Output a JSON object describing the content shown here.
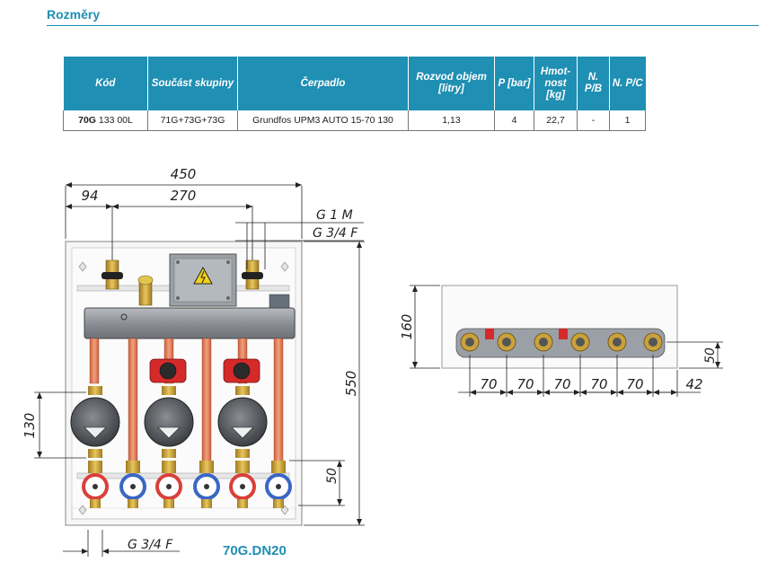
{
  "section_title": "Rozměry",
  "table": {
    "headers": [
      "Kód",
      "Součást skupiny",
      "Čerpadlo",
      "Rozvod objem [litry]",
      "P [bar]",
      "Hmot-nost [kg]",
      "N. P/B",
      "N. P/C"
    ],
    "row": {
      "code_bold": "70G",
      "code_rest": " 133 00L",
      "group_part": "71G+73G+73G",
      "pump": "Grundfos UPM3 AUTO 15-70 130",
      "volume": "1,13",
      "pressure": "4",
      "weight": "22,7",
      "np_b": "-",
      "np_c": "1"
    }
  },
  "front_view": {
    "dim_width_total": "450",
    "dim_offset_left": "94",
    "dim_inner_width": "270",
    "thread_top": "G 1 M",
    "thread_side": "G 3/4 F",
    "dim_height": "550",
    "dim_pump_height": "130",
    "dim_bottom": "50",
    "thread_bottom": "G 3/4 F",
    "model": "70G.DN20"
  },
  "side_view": {
    "dim_depth": "160",
    "dim_height_small": "50",
    "spacings": [
      "70",
      "70",
      "70",
      "70",
      "70"
    ],
    "dim_end": "42"
  },
  "colors": {
    "accent": "#1f8fb3",
    "manifold_gray": "#8c9096",
    "copper": "#e07a52",
    "brass": "#c9a23c",
    "pump_red": "#d42a2a",
    "red_ring": "#d9403a",
    "blue_ring": "#3a66c4"
  }
}
